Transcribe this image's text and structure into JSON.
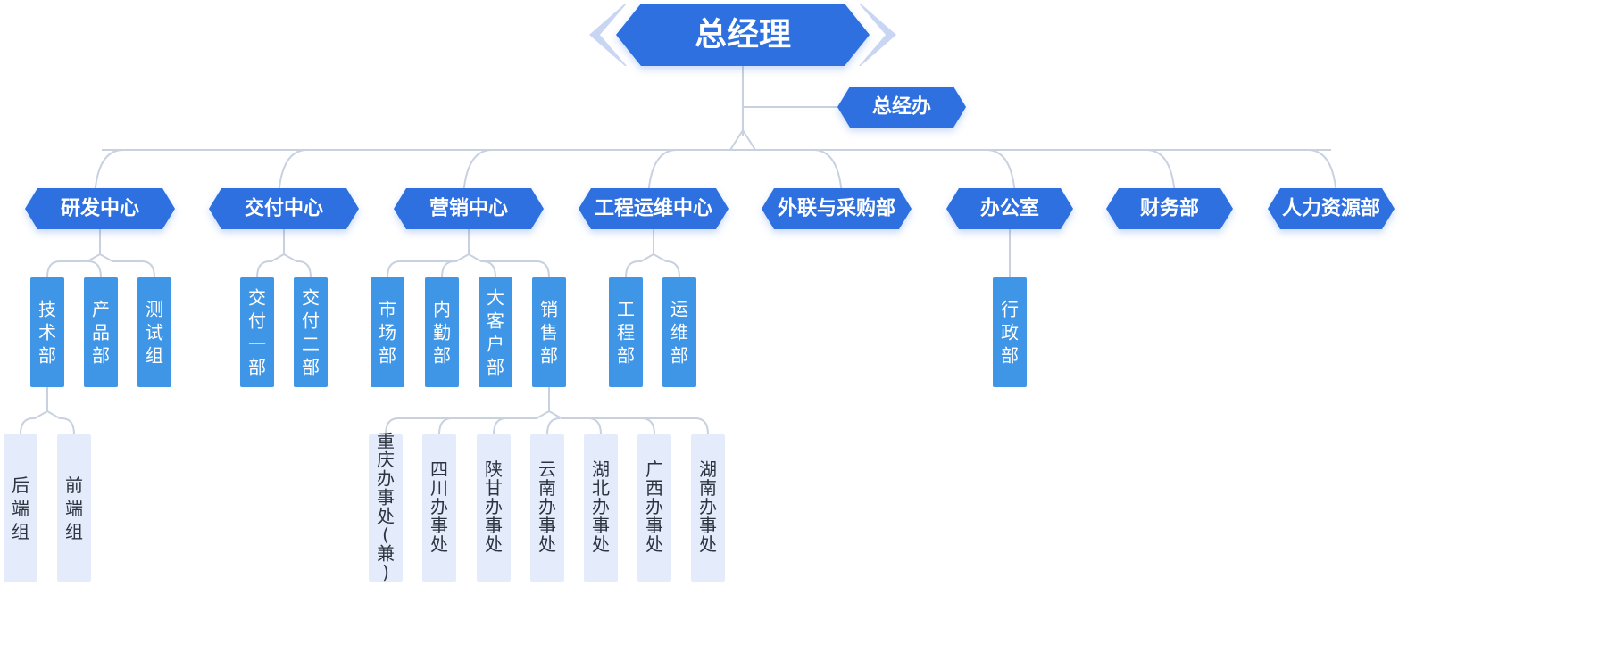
{
  "colors": {
    "primary": "#2f6fe0",
    "accent_light": "#c8d6f4",
    "sub_box": "#3f95e6",
    "leaf_box": "#e4ecfb",
    "line": "#c8d1df",
    "leaf_text": "#2d3440"
  },
  "org": {
    "root": "总经理",
    "staff_office": "总经办",
    "departments": [
      {
        "name": "研发中心",
        "children": [
          {
            "name": "技术部",
            "children": [
              "后端组",
              "前端组"
            ]
          },
          {
            "name": "产品部"
          },
          {
            "name": "测试组"
          }
        ]
      },
      {
        "name": "交付中心",
        "children": [
          {
            "name": "交付一部"
          },
          {
            "name": "交付二部"
          }
        ]
      },
      {
        "name": "营销中心",
        "children": [
          {
            "name": "市场部"
          },
          {
            "name": "内勤部"
          },
          {
            "name": "大客户部"
          },
          {
            "name": "销售部",
            "children": [
              "重庆办事处(兼)",
              "四川办事处",
              "陕甘办事处",
              "云南办事处",
              "湖北办事处",
              "广西办事处",
              "湖南办事处"
            ]
          }
        ]
      },
      {
        "name": "工程运维中心",
        "children": [
          {
            "name": "工程部"
          },
          {
            "name": "运维部"
          }
        ]
      },
      {
        "name": "外联与采购部",
        "children": []
      },
      {
        "name": "办公室",
        "children": [
          {
            "name": "行政部"
          }
        ]
      },
      {
        "name": "财务部",
        "children": []
      },
      {
        "name": "人力资源部",
        "children": []
      }
    ]
  }
}
